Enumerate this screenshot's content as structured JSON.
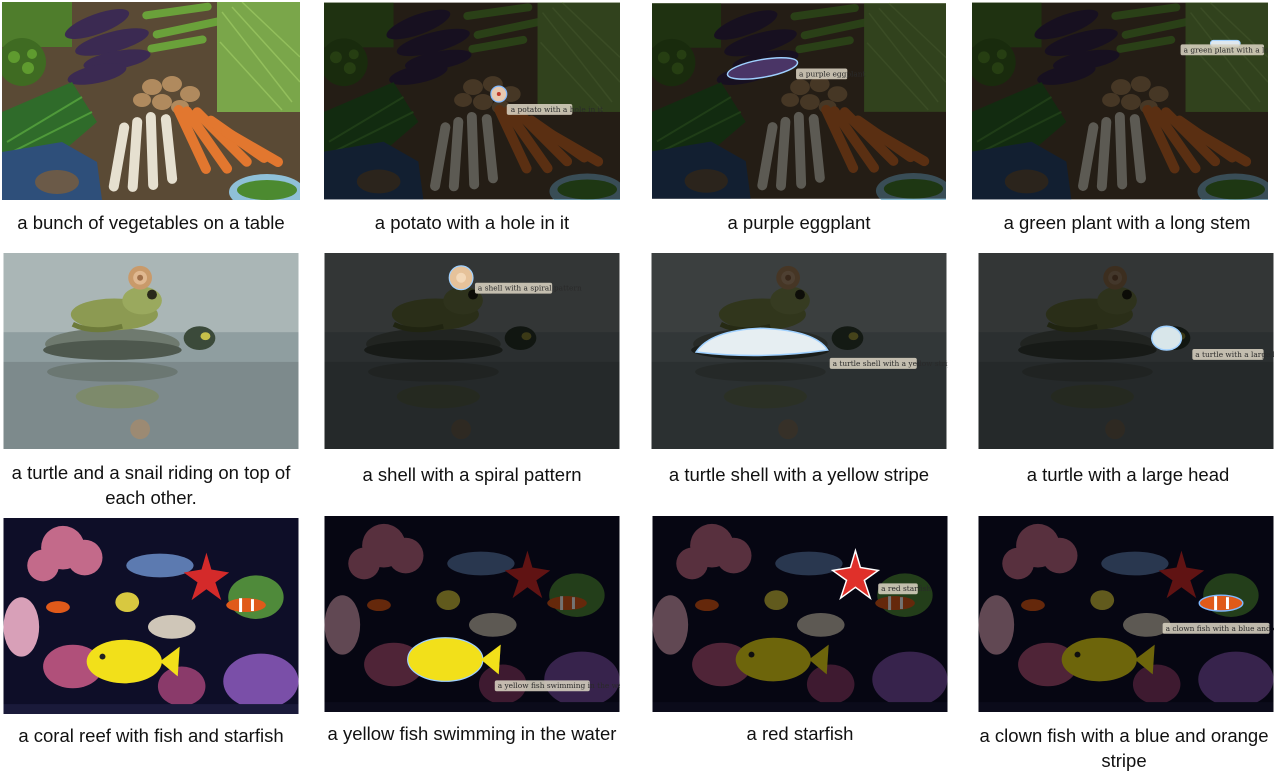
{
  "captions": {
    "r1c1": "a bunch of vegetables on a table",
    "r1c2": "a potato with a hole in it",
    "r1c3": "a purple eggplant",
    "r1c4": "a green plant with a long stem",
    "r2c1": "a turtle and a snail riding on top of each other.",
    "r2c2": "a shell with a spiral pattern",
    "r2c3": "a turtle shell with a yellow  stripe",
    "r2c4": "a turtle with a large head",
    "r3c1": "a coral reef with fish and starfish",
    "r3c2": "a yellow fish swimming in the water",
    "r3c3": "a red starfish",
    "r3c4": "a clown fish with a blue and orange stripe"
  },
  "tags": {
    "r1c2": "a potato with a hole in it",
    "r1c3": "a purple eggplant",
    "r1c4": "a green plant with a long stem",
    "r2c2": "a shell with a spiral pattern",
    "r2c3": "a turtle shell with a yellow stripe",
    "r2c4": "a turtle with a large head",
    "r3c2": "a yellow fish swimming in the water",
    "r3c3": "a red starfish",
    "r3c4": "a clown fish with a blue and orange stripe"
  },
  "colors": {
    "highlight_outline": "#7fb8ff",
    "dim_overlay": "#000000",
    "tag_background": "#d8d2c0"
  }
}
